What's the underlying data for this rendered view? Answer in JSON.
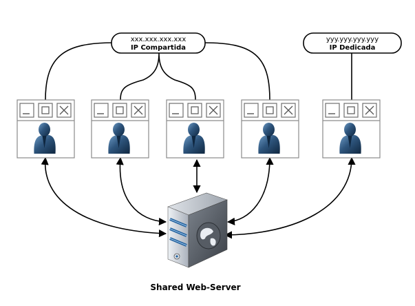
{
  "shared_ip": {
    "address": "xxx.xxx.xxx.xxx",
    "label": "IP Compartida"
  },
  "dedicated_ip": {
    "address": "yyy.yyy.yyy.yyy",
    "label": "IP Dedicada"
  },
  "server": {
    "label": "Shared Web-Server"
  },
  "sites": [
    {
      "ip_group": "shared"
    },
    {
      "ip_group": "shared"
    },
    {
      "ip_group": "shared"
    },
    {
      "ip_group": "shared"
    },
    {
      "ip_group": "dedicated"
    }
  ],
  "icons": {
    "window_buttons": [
      "minimize-icon",
      "maximize-icon",
      "close-icon"
    ],
    "user": "user-icon",
    "server": "server-icon"
  },
  "colors": {
    "window_border": "#8a8a8a",
    "window_fill": "#ffffff",
    "user_dark": "#1d3b5c",
    "user_light": "#4a7aa8",
    "server_dark": "#4a4f57",
    "server_light": "#c9ced6",
    "line": "#000000"
  }
}
